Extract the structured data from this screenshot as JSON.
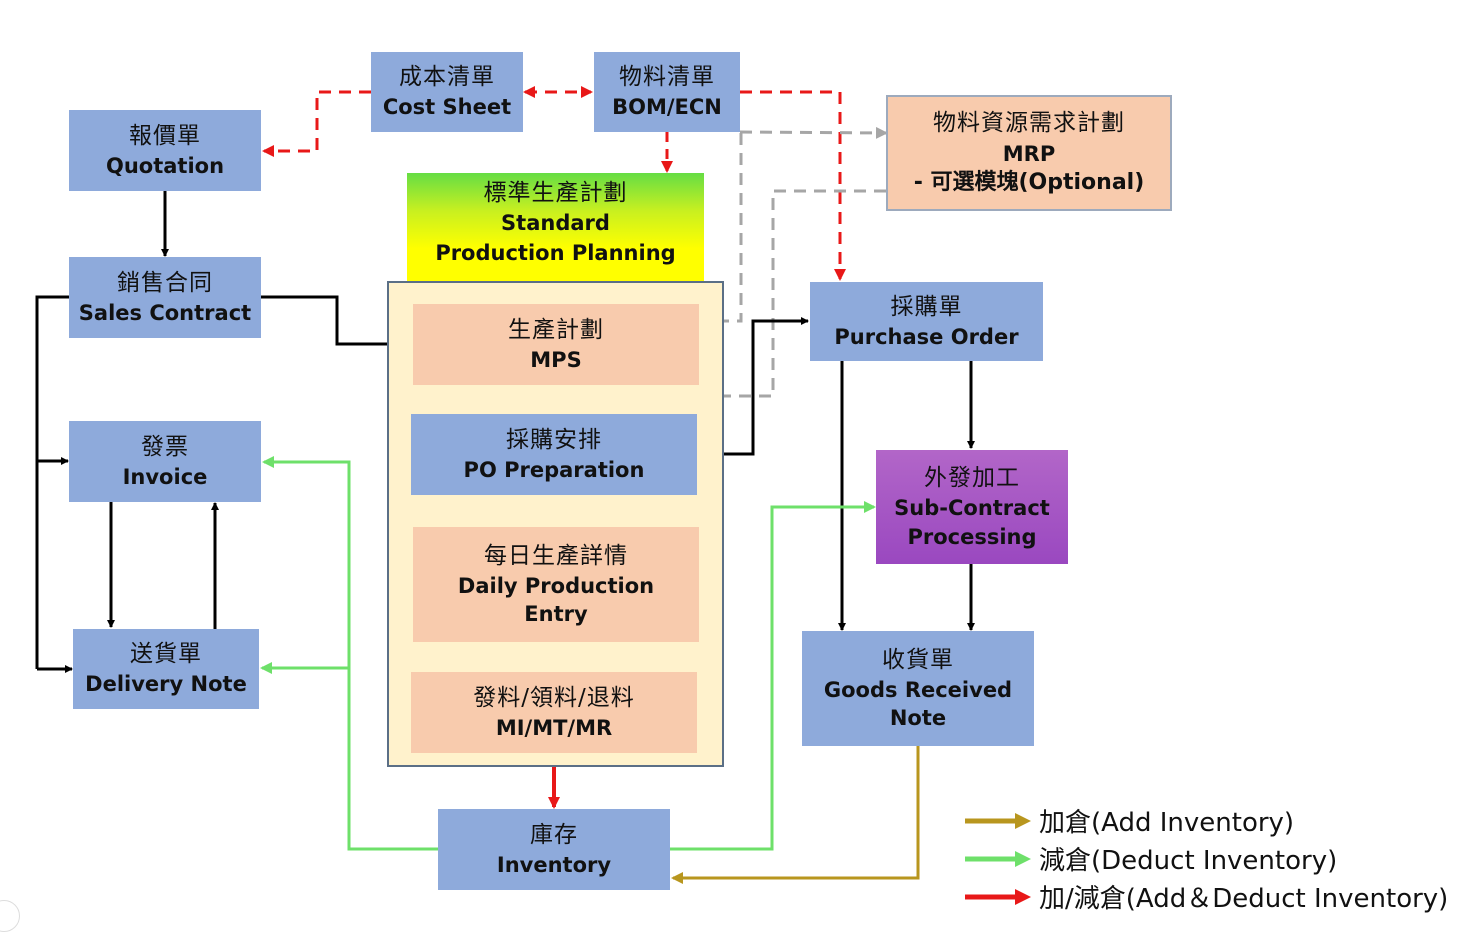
{
  "diagram": {
    "nodes": {
      "quotation": {
        "zh": "報價單",
        "en": "Quotation"
      },
      "cost_sheet": {
        "zh": "成本清單",
        "en": "Cost Sheet"
      },
      "bom": {
        "zh": "物料清單",
        "en": "BOM/ECN"
      },
      "mrp": {
        "zh": "物料資源需求計劃",
        "en": "MRP",
        "note": "- 可選模塊(Optional)"
      },
      "sales_contract": {
        "zh": "銷售合同",
        "en": "Sales Contract"
      },
      "standard_production": {
        "zh": "標準生產計劃",
        "en1": "Standard",
        "en2": "Production Planning"
      },
      "mps": {
        "zh": "生產計劃",
        "en": "MPS"
      },
      "po_preparation": {
        "zh": "採購安排",
        "en": "PO Preparation"
      },
      "daily_production": {
        "zh": "每日生產詳情",
        "en1": "Daily Production",
        "en2": "Entry"
      },
      "mi_mt_mr": {
        "zh": "發料/領料/退料",
        "en": "MI/MT/MR"
      },
      "purchase_order": {
        "zh": "採購單",
        "en": "Purchase Order"
      },
      "sub_contract": {
        "zh": "外發加工",
        "en1": "Sub-Contract",
        "en2": "Processing"
      },
      "goods_received": {
        "zh": "收貨單",
        "en1": "Goods Received",
        "en2": "Note"
      },
      "invoice": {
        "zh": "發票",
        "en": "Invoice"
      },
      "delivery_note": {
        "zh": "送貨單",
        "en": "Delivery Note"
      },
      "inventory": {
        "zh": "庫存",
        "en": "Inventory"
      }
    },
    "edges": [
      {
        "from": "cost_sheet",
        "to": "quotation",
        "style": "dashed",
        "color": "red"
      },
      {
        "from": "cost_sheet",
        "to": "bom",
        "style": "dashed",
        "color": "red",
        "bidirectional": true
      },
      {
        "from": "bom",
        "to": "standard_production",
        "style": "dashed",
        "color": "red"
      },
      {
        "from": "bom",
        "to": "purchase_order",
        "style": "dashed",
        "color": "red"
      },
      {
        "from": "bom",
        "to": "mrp",
        "style": "dashed",
        "color": "gray"
      },
      {
        "from": "mps",
        "to": "mrp",
        "style": "dashed",
        "color": "gray"
      },
      {
        "from": "mrp",
        "to": "po_preparation",
        "style": "dashed",
        "color": "gray"
      },
      {
        "from": "quotation",
        "to": "sales_contract",
        "style": "solid",
        "color": "black"
      },
      {
        "from": "sales_contract",
        "to": "mps",
        "style": "solid",
        "color": "black"
      },
      {
        "from": "sales_contract",
        "to": "invoice",
        "style": "solid",
        "color": "black"
      },
      {
        "from": "sales_contract",
        "to": "delivery_note",
        "style": "solid",
        "color": "black"
      },
      {
        "from": "invoice",
        "to": "delivery_note",
        "style": "solid",
        "color": "black"
      },
      {
        "from": "delivery_note",
        "to": "invoice",
        "style": "solid",
        "color": "black"
      },
      {
        "from": "mps",
        "to": "po_preparation",
        "style": "solid",
        "color": "black"
      },
      {
        "from": "po_preparation",
        "to": "daily_production",
        "style": "solid",
        "color": "black"
      },
      {
        "from": "daily_production",
        "to": "mi_mt_mr",
        "style": "solid",
        "color": "black"
      },
      {
        "from": "po_preparation",
        "to": "purchase_order",
        "style": "solid",
        "color": "black"
      },
      {
        "from": "purchase_order",
        "to": "sub_contract",
        "style": "solid",
        "color": "black"
      },
      {
        "from": "purchase_order",
        "to": "goods_received",
        "style": "solid",
        "color": "black"
      },
      {
        "from": "sub_contract",
        "to": "goods_received",
        "style": "solid",
        "color": "black"
      },
      {
        "from": "mi_mt_mr",
        "to": "inventory",
        "style": "solid",
        "color": "red",
        "bidirectional": true
      },
      {
        "from": "inventory",
        "to": "invoice",
        "style": "solid",
        "color": "green"
      },
      {
        "from": "inventory",
        "to": "delivery_note",
        "style": "solid",
        "color": "green"
      },
      {
        "from": "inventory",
        "to": "sub_contract",
        "style": "solid",
        "color": "green"
      },
      {
        "from": "goods_received",
        "to": "inventory",
        "style": "solid",
        "color": "gold"
      }
    ]
  },
  "legend": [
    {
      "label": "加倉(Add Inventory)",
      "color": "#b8961e"
    },
    {
      "label": "減倉(Deduct Inventory)",
      "color": "#6ee06a"
    },
    {
      "label": "加/減倉(Add＆Deduct Inventory)",
      "color": "#e81818"
    }
  ],
  "colors": {
    "node_blue": "#8eaadb",
    "node_peach": "#f8cbad",
    "container_bg": "#fff2cc",
    "purple": "#a557c4",
    "red": "#e81818",
    "green": "#6ee06a",
    "gold": "#b8961e",
    "gray": "#a6a6a6"
  }
}
